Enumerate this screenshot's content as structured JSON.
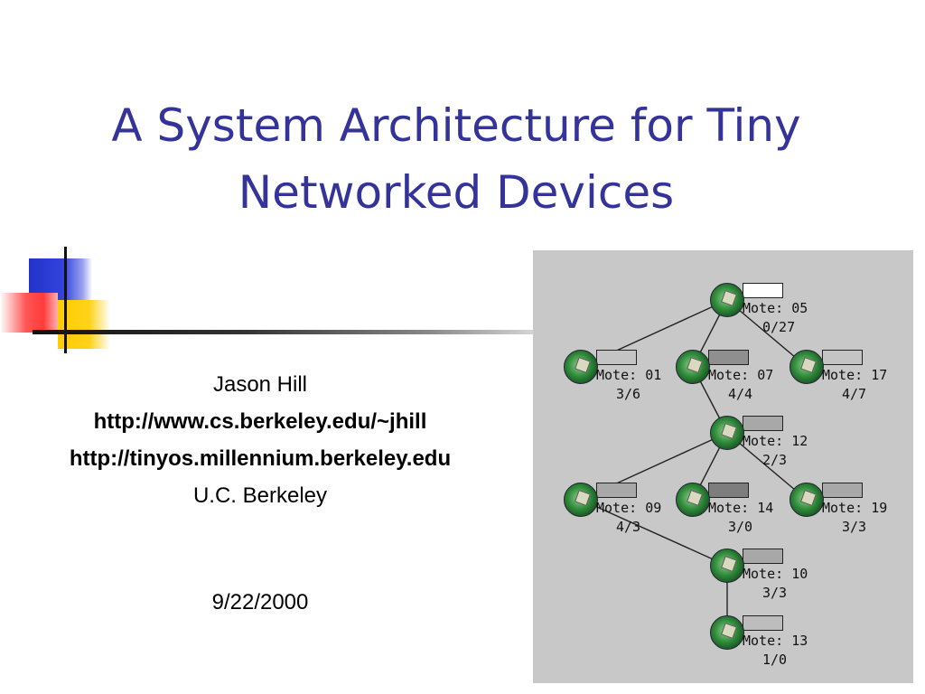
{
  "slide": {
    "title_lines": [
      "A System Architecture for Tiny",
      "Networked Devices"
    ],
    "author": "Jason Hill",
    "url_personal": "http://www.cs.berkeley.edu/~jhill",
    "url_project": "http://tinyos.millennium.berkeley.edu",
    "affiliation": "U.C. Berkeley",
    "date": "9/22/2000"
  },
  "network": {
    "label_prefix": "Mote:",
    "motes": [
      {
        "id": "05",
        "count": "0/27",
        "bar_color": "#ffffff"
      },
      {
        "id": "01",
        "count": "3/6",
        "bar_color": "#c4c4c4"
      },
      {
        "id": "07",
        "count": "4/4",
        "bar_color": "#8f8f8f"
      },
      {
        "id": "17",
        "count": "4/7",
        "bar_color": "#c4c4c4"
      },
      {
        "id": "12",
        "count": "2/3",
        "bar_color": "#a8a8a8"
      },
      {
        "id": "09",
        "count": "4/3",
        "bar_color": "#a8a8a8"
      },
      {
        "id": "14",
        "count": "3/0",
        "bar_color": "#7d7d7d"
      },
      {
        "id": "19",
        "count": "3/3",
        "bar_color": "#a8a8a8"
      },
      {
        "id": "10",
        "count": "3/3",
        "bar_color": "#a8a8a8"
      },
      {
        "id": "13",
        "count": "1/0",
        "bar_color": "#bdbdbd"
      }
    ],
    "links": [
      [
        "05",
        "01"
      ],
      [
        "05",
        "07"
      ],
      [
        "05",
        "17"
      ],
      [
        "07",
        "12"
      ],
      [
        "12",
        "09"
      ],
      [
        "12",
        "14"
      ],
      [
        "12",
        "19"
      ],
      [
        "09",
        "10"
      ],
      [
        "10",
        "13"
      ]
    ]
  }
}
